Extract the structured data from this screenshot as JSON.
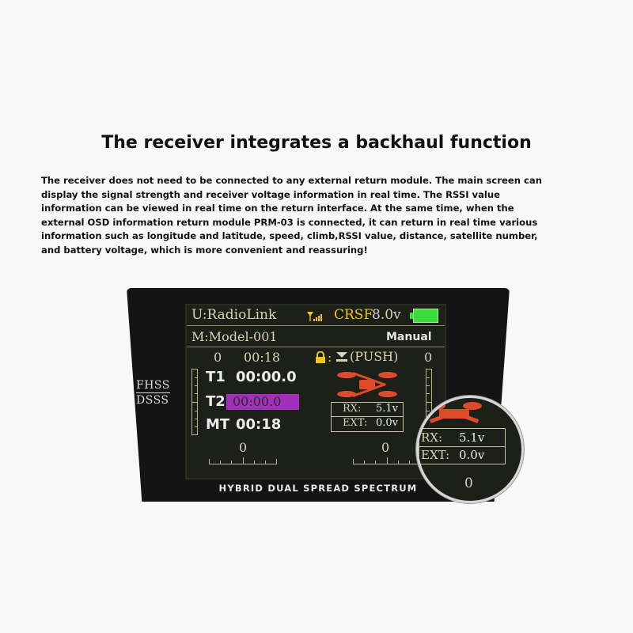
{
  "headline": "The receiver integrates a backhaul function",
  "body_lines": [
    "The receiver does not need to be connected to any external return module. The main screen can",
    "display the signal strength and receiver voltage information in real time. The RSSI value",
    "information can be viewed in real time on the return interface. At the same time, when the",
    "external OSD information return module PRM-03 is connected, it can return in real time various",
    "information such as longitude and latitude, speed, climb,RSSI value, distance, satellite number,",
    "and battery voltage, which is more convenient and reassuring!"
  ],
  "device": {
    "fhss_label": "FHSS",
    "dsss_label": "DSSS",
    "bottom_label": "HYBRID DUAL SPREAD SPECTRUM",
    "screen": {
      "user": "U:RadioLink",
      "protocol": "CRSF",
      "voltage": "8.0v",
      "model": "M:Model-001",
      "flight_mode": "Manual",
      "left_counter": "0",
      "elapsed": "00:18",
      "lock_text": ":",
      "push_text": "(PUSH)",
      "right_counter": "0",
      "t1_label": "T1",
      "t1_value": "00:00.0",
      "t2_label": "T2",
      "t2_value": "00:00.0",
      "mt_label": "MT",
      "mt_value": "00:18",
      "rx_label": "RX:",
      "rx_value": "5.1v",
      "ext_label": "EXT:",
      "ext_value": "0.0v",
      "left_trim_value": "0",
      "right_trim_value": "0",
      "battery_level": 1.0
    },
    "magnifier": {
      "rx_label": "RX:",
      "rx_value": "5.1v",
      "ext_label": "EXT:",
      "ext_value": "0.0v",
      "bottom_value": "0"
    }
  },
  "colors": {
    "screen_text": "#d9d3b4",
    "t2_highlight": "#a42fbd",
    "battery": "#3adb3a",
    "drone": "#e04a2c",
    "signal": "#f0c419"
  }
}
